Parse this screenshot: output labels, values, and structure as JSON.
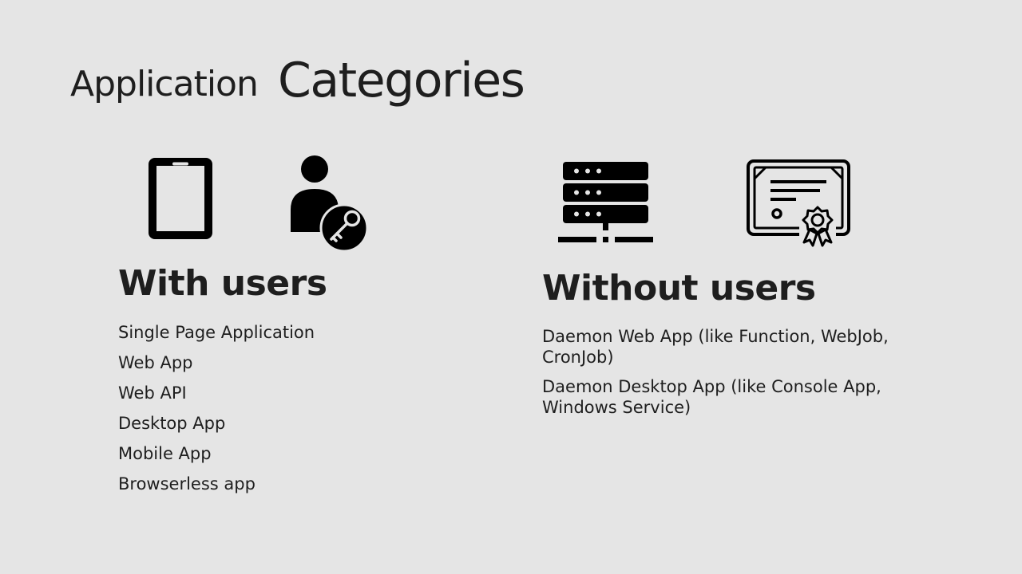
{
  "title": {
    "small": "Application",
    "large": "Categories"
  },
  "with_users": {
    "heading": "With users",
    "items": [
      "Single Page Application",
      "Web App",
      "Web API",
      "Desktop App",
      "Mobile App",
      "Browserless app"
    ],
    "icons": [
      "tablet-icon",
      "user-key-icon"
    ]
  },
  "without_users": {
    "heading": "Without users",
    "items": [
      "Daemon Web App (like Function, WebJob, CronJob)",
      "Daemon Desktop App (like Console App, Windows Service)"
    ],
    "icons": [
      "server-icon",
      "certificate-icon"
    ]
  },
  "colors": {
    "background": "#e5e5e5",
    "text": "#1e1e1e",
    "icon": "#000000"
  }
}
